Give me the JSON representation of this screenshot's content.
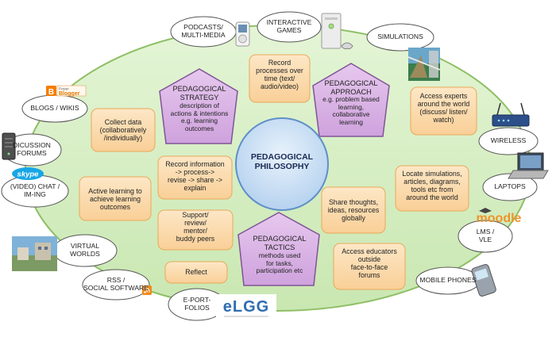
{
  "colors": {
    "ellipse_fill": "#d6eec3",
    "ellipse_stroke": "#9ac76f",
    "box_fill": "#fcdcae",
    "box_stroke": "#eab169",
    "penta_fill": "#dbb6e6",
    "penta_stroke": "#7f5496",
    "center_fill": "#cfe3f7",
    "center_stroke": "#5f8fc8"
  },
  "center": {
    "label": "PEDAGOGICAL\nPHILOSOPHY"
  },
  "pentagons": [
    {
      "id": "strategy",
      "title": "PEDAGOGICAL\nSTRATEGY",
      "body": "description of\nactions & intentions\ne.g. learning\noutcomes"
    },
    {
      "id": "approach",
      "title": "PEDAGOGICAL\nAPPROACH",
      "body": "e.g. problem based\nlearning,\ncollaborative\nlearning"
    },
    {
      "id": "tactics",
      "title": "PEDAGOGICAL\nTACTICS",
      "body": "methods used\nfor tasks,\nparticipation etc"
    }
  ],
  "boxes": [
    {
      "id": "record-processes",
      "label": "Record\nprocesses over\ntime (text/\naudio/video)"
    },
    {
      "id": "access-experts",
      "label": "Access experts\naround the world\n(discuss/ listen/\nwatch)"
    },
    {
      "id": "collect-data",
      "label": "Collect data\n(collaboratively\n/individually)"
    },
    {
      "id": "record-information",
      "label": "Record information\n-> process->\nrevise -> share ->\nexplain"
    },
    {
      "id": "active-learning",
      "label": "Active learning to\nachieve learning\noutcomes"
    },
    {
      "id": "locate-simulations",
      "label": "Locate simulations,\narticles, diagrams,\ntools etc from\naround the world"
    },
    {
      "id": "share-thoughts",
      "label": "Share thoughts,\nideas, resources\nglobally"
    },
    {
      "id": "support",
      "label": "Support/\nreview/\nmentor/\nbuddy peers"
    },
    {
      "id": "access-educators",
      "label": "Access educators\noutside\nface-to-face\nforums"
    },
    {
      "id": "reflect",
      "label": "Reflect"
    }
  ],
  "outer": [
    {
      "id": "podcasts",
      "label": "PODCASTS/\nMULTI-MEDIA"
    },
    {
      "id": "interactive-games",
      "label": "INTERACTIVE\nGAMES"
    },
    {
      "id": "simulations",
      "label": "SIMULATIONS"
    },
    {
      "id": "blogs",
      "label": "BLOGS / WIKIS"
    },
    {
      "id": "wireless",
      "label": "WIRELESS"
    },
    {
      "id": "discussion-forums",
      "label": "DICUSSION\nFORUMS"
    },
    {
      "id": "video-chat",
      "label": "(VIDEO) CHAT /\nIM-ING"
    },
    {
      "id": "laptops",
      "label": "LAPTOPS"
    },
    {
      "id": "lms",
      "label": "LMS /\nVLE"
    },
    {
      "id": "virtual-worlds",
      "label": "VIRTUAL\nWORLDS"
    },
    {
      "id": "rss",
      "label": "RSS /\nSOCIAL SOFTWARE"
    },
    {
      "id": "mobile-phones",
      "label": "MOBILE PHONES"
    },
    {
      "id": "eportfolios",
      "label": "E-PORT-\nFOLIOS"
    }
  ],
  "logos": {
    "blogger_small": "Power",
    "blogger": "Blogger",
    "skype": "skype",
    "moodle": "moodle",
    "elgg": "eLGG"
  }
}
